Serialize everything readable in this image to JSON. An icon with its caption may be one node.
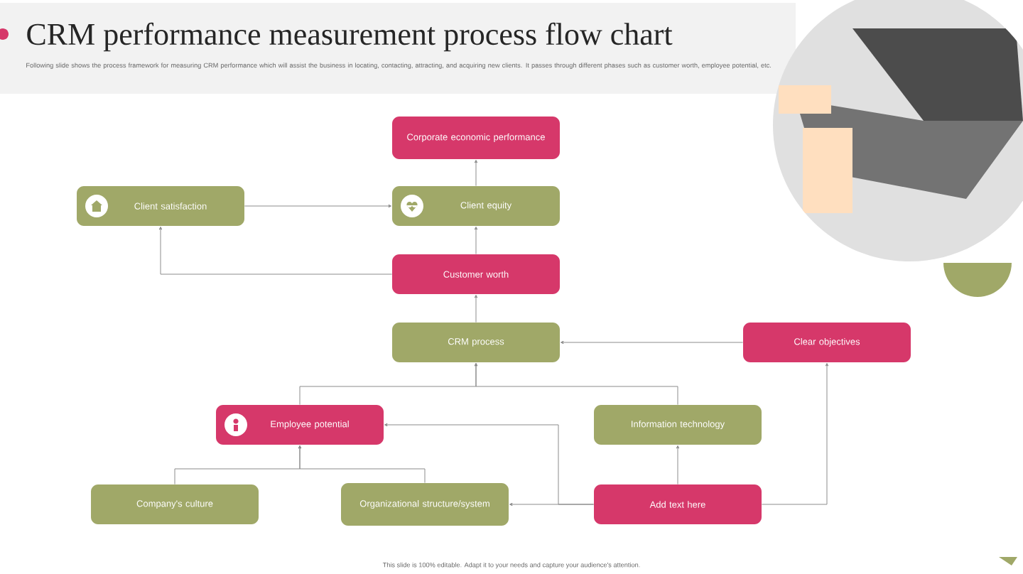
{
  "diagram": {
    "title": "CRM performance measurement process flow chart",
    "nodes": [
      {
        "text": [
          "Corporate economic performance"
        ]
      },
      {
        "text": [
          "Client satisfaction"
        ]
      },
      {
        "text": [
          "Client equity"
        ]
      },
      {
        "text": [
          "Customer worth"
        ]
      },
      {
        "text": [
          "CRM process"
        ]
      },
      {
        "text": [
          "Clear objectives"
        ]
      },
      {
        "text": [
          "Employee potential"
        ]
      },
      {
        "text": [
          "Information technology"
        ]
      },
      {
        "text": [
          "Company's culture"
        ]
      },
      {
        "text": [
          "Organizational structure/system"
        ]
      },
      {
        "text": [
          "Add text here"
        ]
      }
    ],
    "edges": [
      {
        "from": 2,
        "to": 0,
        "arrow": "to"
      },
      {
        "from": 1,
        "to": 2,
        "arrow": "to"
      },
      {
        "from": 3,
        "to": 2,
        "arrow": "to"
      },
      {
        "from": 3,
        "to": 1,
        "arrow": "to"
      },
      {
        "from": 4,
        "to": 3,
        "arrow": "to"
      },
      {
        "from": 5,
        "to": 4,
        "arrow": "to"
      },
      {
        "from": 6,
        "to": 4,
        "arrow": "to"
      },
      {
        "from": 7,
        "to": 4,
        "arrow": "to"
      },
      {
        "from": 8,
        "to": 6,
        "arrow": "to"
      },
      {
        "from": 9,
        "to": 6,
        "arrow": "to"
      },
      {
        "from": 10,
        "to": 7,
        "arrow": "to"
      },
      {
        "from": 10,
        "to": 5,
        "arrow": "to"
      },
      {
        "from": 10,
        "to": 6,
        "arrow": "to"
      },
      {
        "from": 10,
        "to": 9,
        "arrow": "to"
      }
    ],
    "labels": [
      "Following slide shows the process framework for measuring CRM performance which will assist the business in locating, contacting, attracting, and acquiring new clients. It passes through different phases such as customer worth, employee potential, etc.",
      "This slide is 100% editable. Adapt it to your needs and capture your audience's attention."
    ]
  }
}
